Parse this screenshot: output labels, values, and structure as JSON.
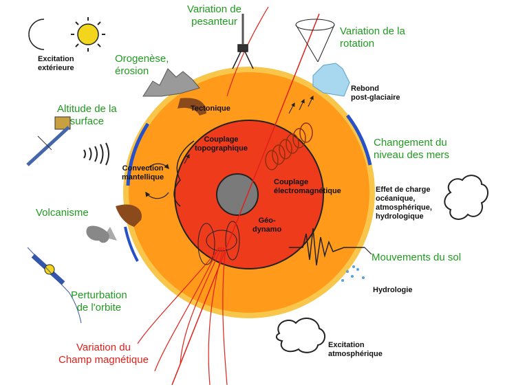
{
  "colors": {
    "label_green": "#1f9a1f",
    "label_red": "#e0201a",
    "mantle": "#ff9a1a",
    "outer_core": "#ee3b1b",
    "inner_core": "#7a7a7a",
    "crust_band": "#f7c64a",
    "ocean": "#2850c8"
  },
  "icons": [
    "moon-icon",
    "sun-icon",
    "gravimeter-icon",
    "gyroscope-cone-icon",
    "satellite-icon",
    "gps-satellite-icon",
    "cloud-icon",
    "ice-icon",
    "seismogram-icon",
    "rain-icon"
  ],
  "labels": {
    "excitation_ext": [
      "Excitation",
      "extérieure"
    ],
    "pesanteur": [
      "Variation de",
      "pesanteur"
    ],
    "rotation": [
      "Variation de la",
      "rotation"
    ],
    "orogenese": [
      "Orogenèse,",
      "érosion"
    ],
    "rebond": [
      "Rebond",
      "post-glaciaire"
    ],
    "tectonique": "Tectonique",
    "altitude": [
      "Altitude de la",
      "surface"
    ],
    "niveau_mers": [
      "Changement du",
      "niveau des mers"
    ],
    "couplage_topo": [
      "Couplage",
      "topographique"
    ],
    "convection": [
      "Convection",
      "mantellique"
    ],
    "couplage_em": [
      "Couplage",
      "électromagnétique"
    ],
    "effet_charge": [
      "Effet de charge",
      "océanique,",
      "atmosphérique,",
      "hydrologique"
    ],
    "volcanisme": "Volcanisme",
    "geodynamo": [
      "Géo-",
      "dynamo"
    ],
    "mouvements_sol": "Mouvements du sol",
    "perturbation": [
      "Perturbation",
      "de l'orbite"
    ],
    "hydrologie": "Hydrologie",
    "champ_mag": [
      "Variation du",
      "Champ magnétique"
    ],
    "excitation_atm": [
      "Excitation",
      "atmosphérique"
    ]
  }
}
